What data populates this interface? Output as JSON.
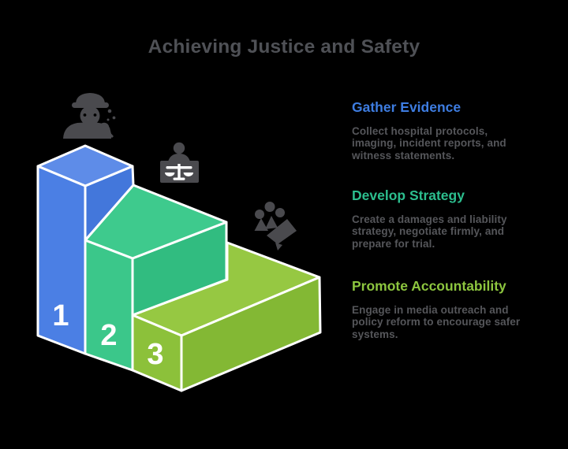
{
  "title": "Achieving Justice and Safety",
  "steps": [
    {
      "num": "1",
      "heading": "Gather Evidence",
      "description": "Collect hospital protocols, imaging, incident reports, and witness statements.",
      "icon": "detective-magnifier-icon",
      "color": "#3E7DE1",
      "face_color": "#4B7FE4"
    },
    {
      "num": "2",
      "heading": "Develop Strategy",
      "description": "Create a damages and liability strategy, negotiate firmly, and prepare for trial.",
      "icon": "justice-scales-icon",
      "color": "#2CBE8E",
      "face_color": "#3BC78A"
    },
    {
      "num": "3",
      "heading": "Promote Accountability",
      "description": "Engage in media outreach and policy reform to encourage safer systems.",
      "icon": "community-megaphone-icon",
      "color": "#8DC63F",
      "face_color": "#8CC13A"
    }
  ],
  "colors": {
    "background": "#000000",
    "title_text": "#4F5156",
    "body_text": "#55565A",
    "edge": "#FFFFFF",
    "icon": "#4A4A4E"
  }
}
